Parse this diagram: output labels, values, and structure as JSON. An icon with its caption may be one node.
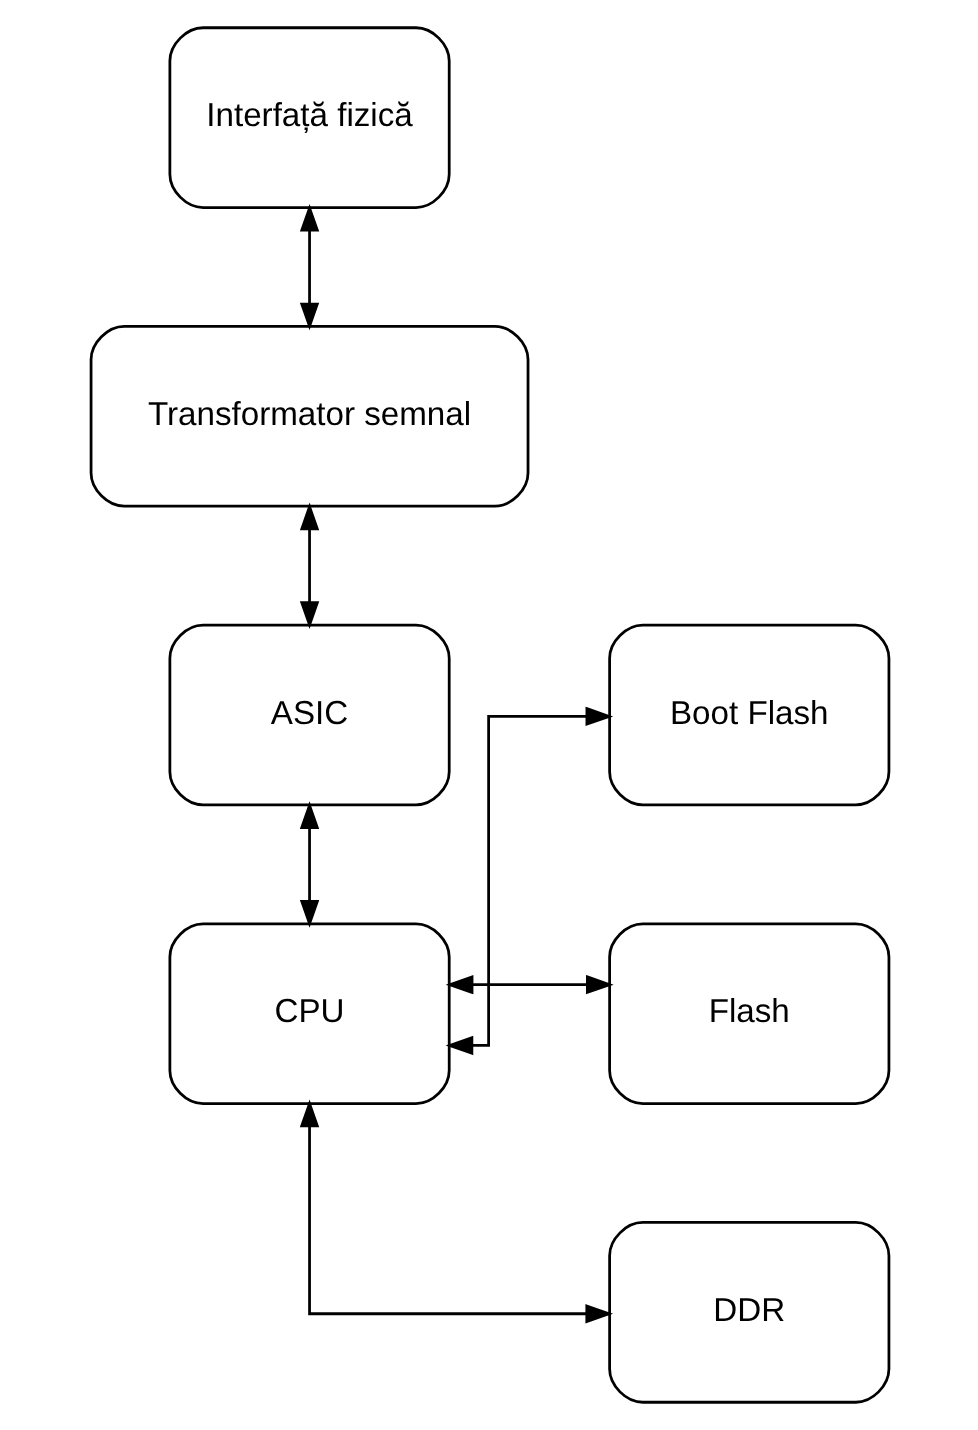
{
  "diagram": {
    "nodes": [
      {
        "text": [
          "Interfață fizică"
        ]
      },
      {
        "text": [
          "Transformator semnal"
        ]
      },
      {
        "text": [
          "ASIC"
        ]
      },
      {
        "text": [
          "CPU"
        ]
      },
      {
        "text": [
          "Boot Flash"
        ]
      },
      {
        "text": [
          "Flash"
        ]
      },
      {
        "text": [
          "DDR"
        ]
      }
    ],
    "edges": [
      {
        "from": 0,
        "to": 1,
        "arrow": "both"
      },
      {
        "from": 1,
        "to": 2,
        "arrow": "both"
      },
      {
        "from": 2,
        "to": 3,
        "arrow": "both"
      },
      {
        "from": 3,
        "to": 4,
        "arrow": "both"
      },
      {
        "from": 3,
        "to": 5,
        "arrow": "both"
      },
      {
        "from": 3,
        "to": 6,
        "arrow": "both"
      }
    ]
  }
}
